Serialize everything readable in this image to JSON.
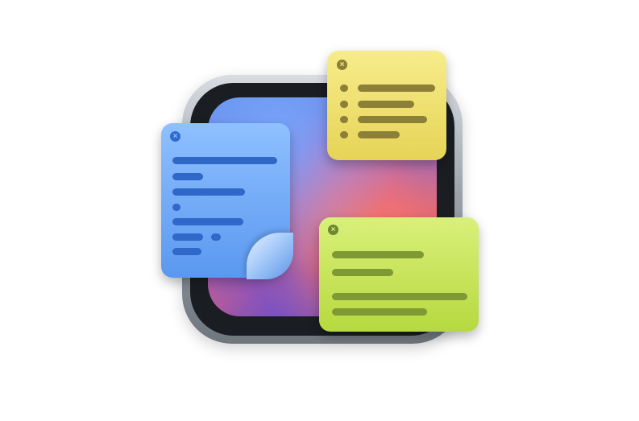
{
  "app_icon": {
    "name": "sticky-notes-app-icon",
    "frame_color": "#1a1d22",
    "notes": [
      {
        "id": "blue",
        "color": "#5a98ef",
        "close_glyph": "×"
      },
      {
        "id": "yellow",
        "color": "#e6d457",
        "close_glyph": "×"
      },
      {
        "id": "green",
        "color": "#b6d93f",
        "close_glyph": "×"
      }
    ]
  }
}
